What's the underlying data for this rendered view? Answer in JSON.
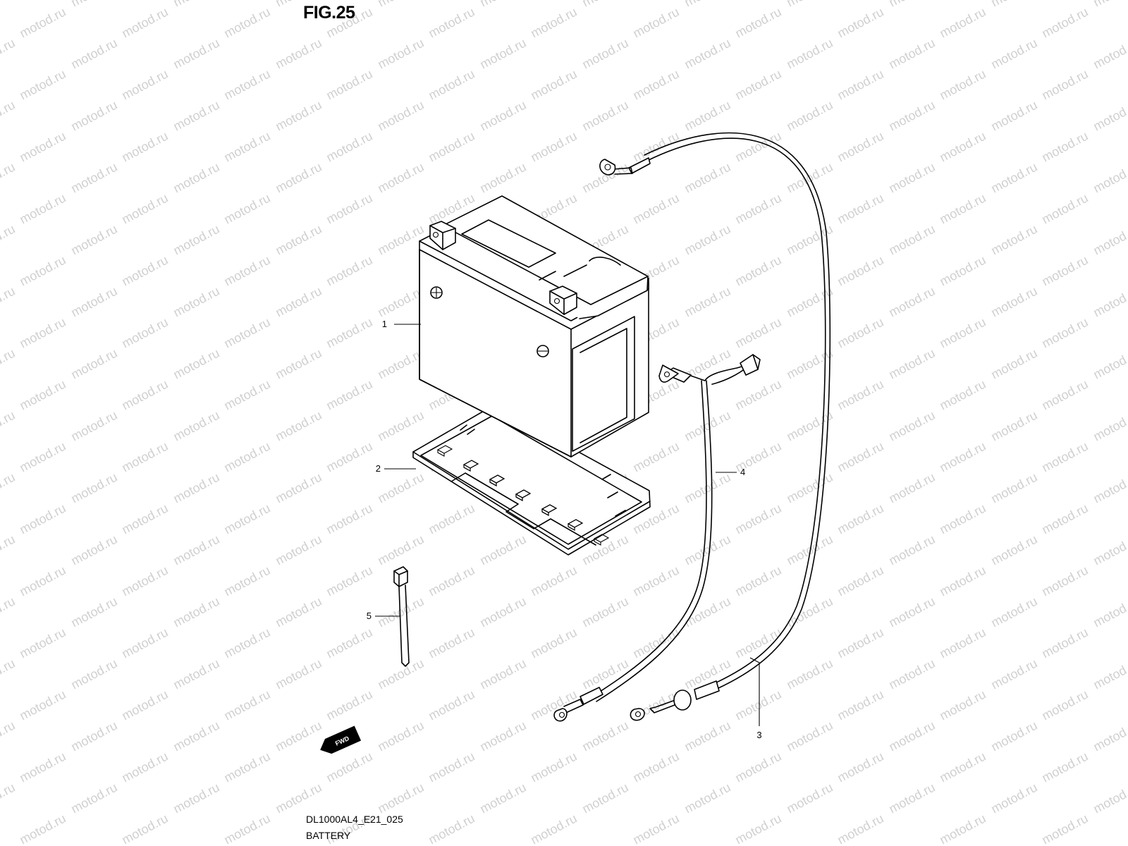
{
  "figure": {
    "title": "FIG.25",
    "code": "DL1000AL4_E21_025",
    "name": "BATTERY"
  },
  "watermark": {
    "text": "motod.ru"
  },
  "forward_marker": {
    "text": "FWD",
    "icon": "forward-arrow-icon"
  },
  "callouts": [
    {
      "id": "1",
      "label": "1",
      "part": "battery"
    },
    {
      "id": "2",
      "label": "2",
      "part": "battery-tray"
    },
    {
      "id": "3",
      "label": "3",
      "part": "cable-3"
    },
    {
      "id": "4",
      "label": "4",
      "part": "cable-4"
    },
    {
      "id": "5",
      "label": "5",
      "part": "cable-tie"
    }
  ],
  "colors": {
    "line": "#000000",
    "background": "#ffffff",
    "watermark": "#d0d0d0"
  }
}
